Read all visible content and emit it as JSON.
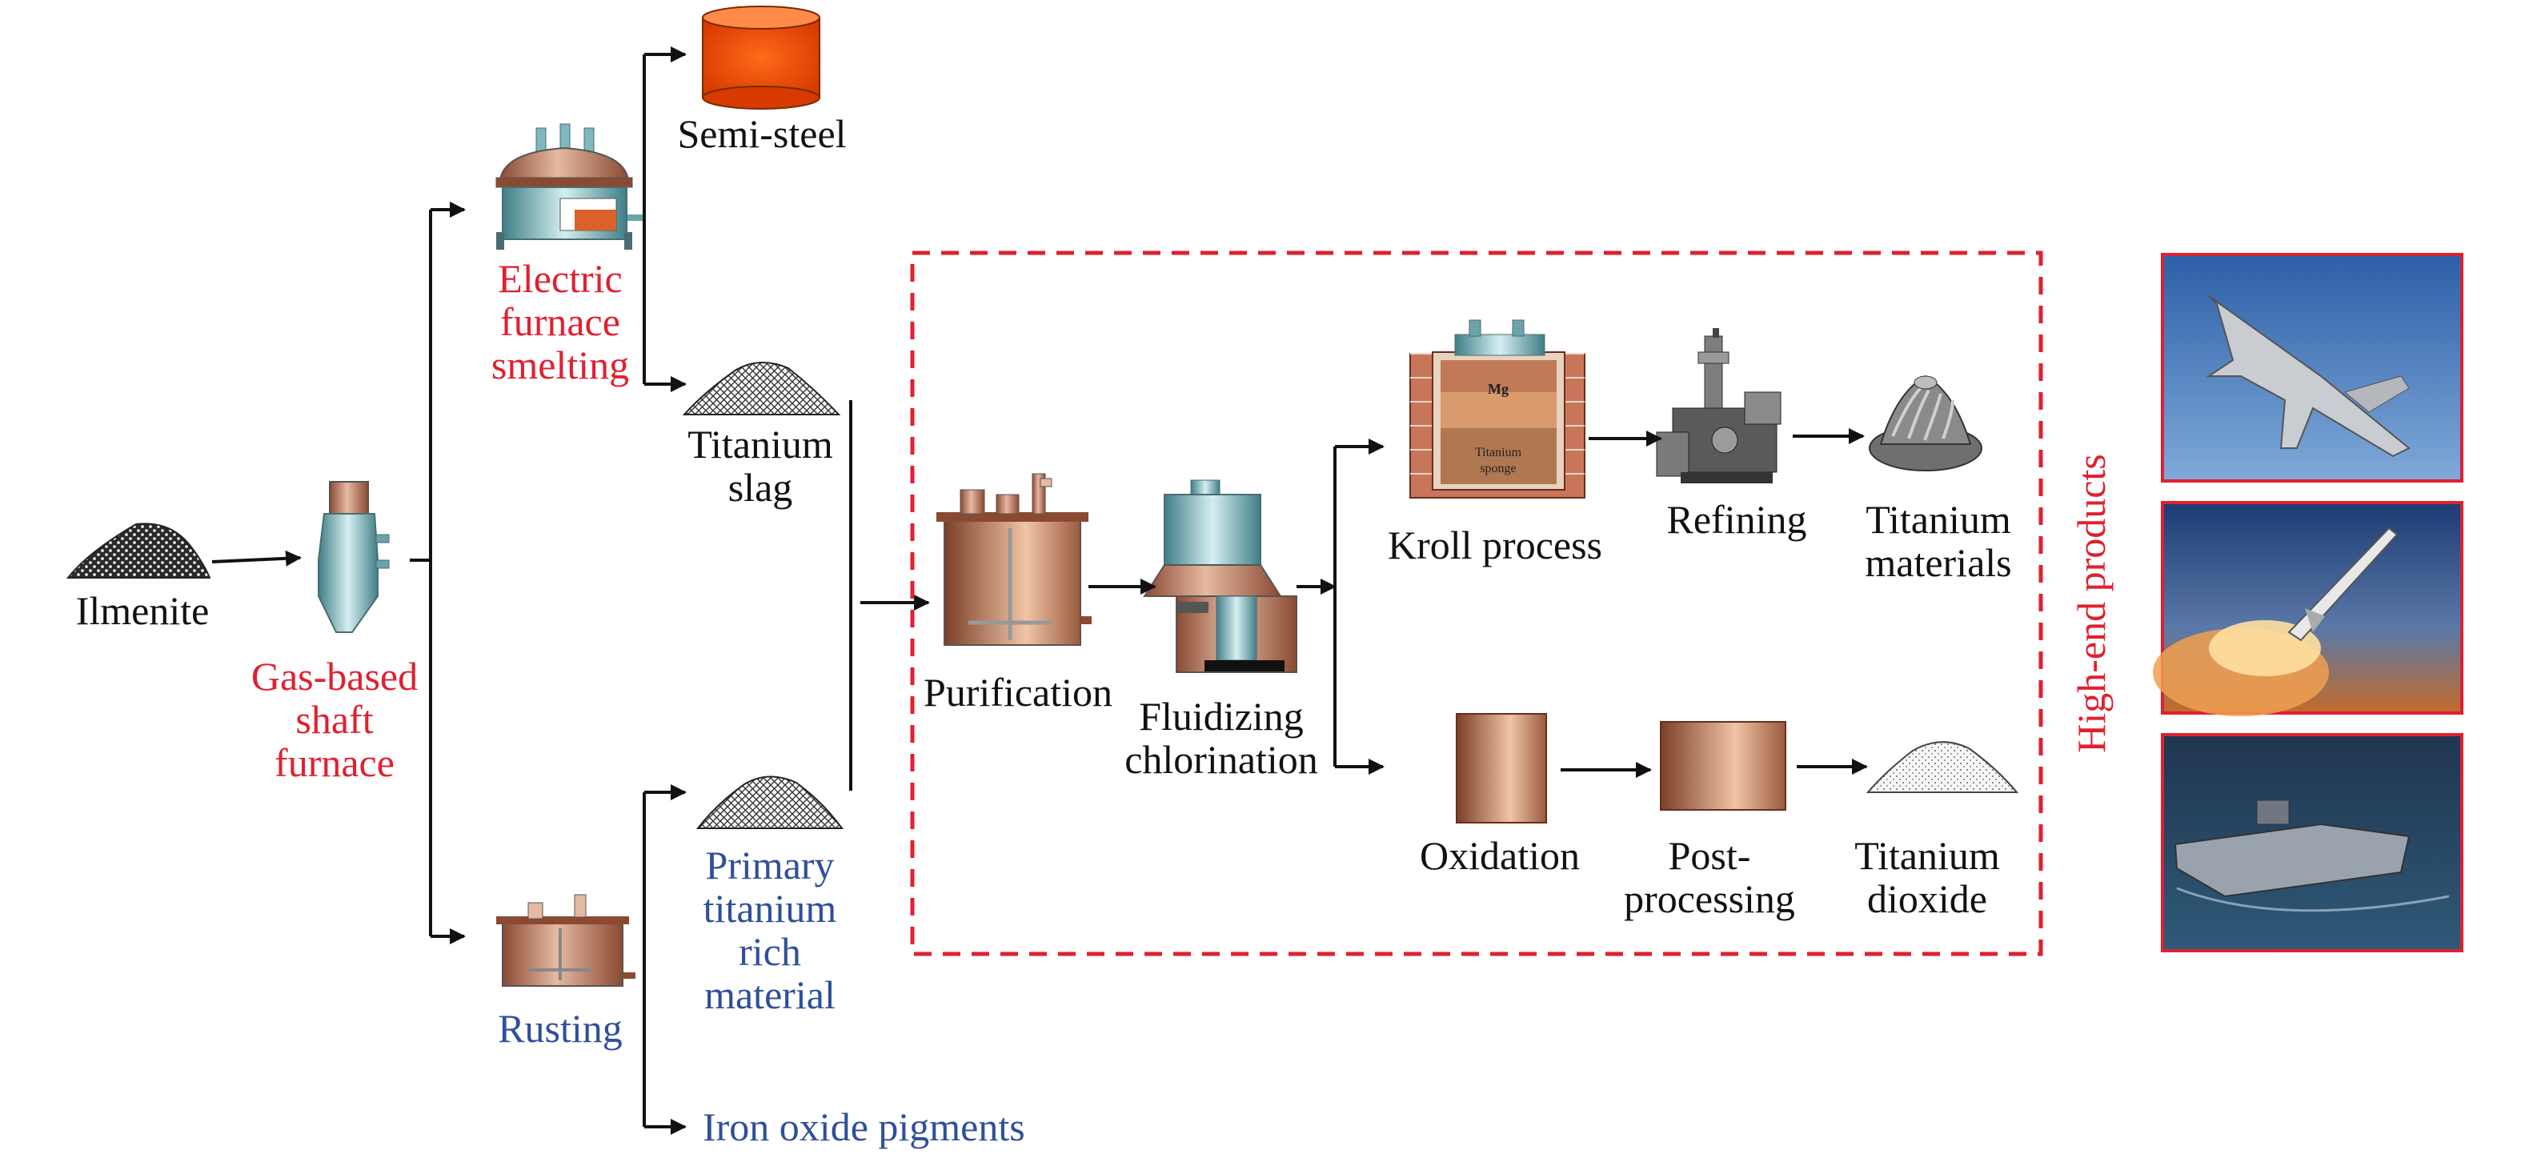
{
  "labels": {
    "ilmenite": "Ilmenite",
    "shaft_furnace": [
      "Gas-based",
      "shaft",
      "furnace"
    ],
    "electric_furnace": [
      "Electric",
      "furnace",
      "smelting"
    ],
    "semi_steel": "Semi-steel",
    "titanium_slag": [
      "Titanium",
      "slag"
    ],
    "rusting": "Rusting",
    "primary_material": [
      "Primary",
      "titanium",
      "rich",
      "material"
    ],
    "iron_oxide": "Iron oxide pigments",
    "purification": "Purification",
    "fluidizing": [
      "Fluidizing",
      "chlorination"
    ],
    "kroll": "Kroll process",
    "refining": "Refining",
    "ti_materials": [
      "Titanium",
      "materials"
    ],
    "oxidation": "Oxidation",
    "post_processing": [
      "Post-",
      "processing"
    ],
    "ti_dioxide": [
      "Titanium",
      "dioxide"
    ],
    "high_end": "High-end products",
    "reactor_mg": "Mg",
    "reactor_sponge": [
      "Titanium",
      "sponge"
    ]
  },
  "colors": {
    "red_text": "#e02030",
    "blue_text": "#2f4f9c",
    "dashed_border": "#e02030",
    "copper": "#b87a5e",
    "teal": "#7fb8bd"
  },
  "icons": [
    "ilmenite-pile-icon",
    "shaft-furnace-icon",
    "electric-furnace-icon",
    "semi-steel-crucible-icon",
    "slag-pile-icon",
    "rusting-tank-icon",
    "primary-material-pile-icon",
    "purification-tank-icon",
    "fluidizing-reactor-icon",
    "kroll-reactor-icon",
    "refining-machine-icon",
    "titanium-impeller-icon",
    "oxidation-block-icon",
    "post-processing-block-icon",
    "titanium-dioxide-pile-icon",
    "fighter-jet-photo",
    "missile-launch-photo",
    "aircraft-carrier-photo"
  ]
}
